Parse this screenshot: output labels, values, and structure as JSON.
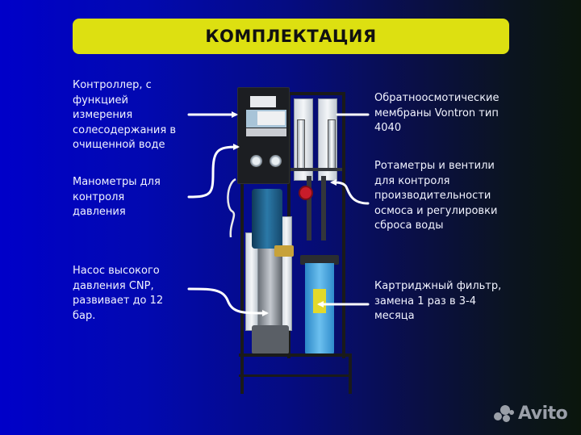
{
  "header": {
    "title": "КОМПЛЕКТАЦИЯ",
    "bar_color": "#dde011"
  },
  "callouts": {
    "left": [
      {
        "id": "controller",
        "lines": [
          "Контроллер, с",
          "функцией",
          "измерения",
          "солесодержания в",
          "очищенной воде"
        ]
      },
      {
        "id": "gauges",
        "lines": [
          "Манометры для",
          "контроля",
          "давления"
        ]
      },
      {
        "id": "pump",
        "lines": [
          "Насос высокого",
          "давления CNP,",
          "развивает до 12",
          "бар."
        ]
      }
    ],
    "right": [
      {
        "id": "membranes",
        "lines": [
          "Обратноосмотические",
          "мембраны Vontron тип",
          "4040"
        ]
      },
      {
        "id": "rotameters",
        "lines": [
          "Ротаметры и вентили",
          "для контроля",
          "производительности",
          "осмоса и регулировки",
          "сброса воды"
        ]
      },
      {
        "id": "cartridge",
        "lines": [
          "Картриджный фильтр,",
          "замена 1 раз в 3-4",
          "месяца"
        ]
      }
    ]
  },
  "image": {
    "subject": "reverse-osmosis-system",
    "components": [
      "controller-panel",
      "pressure-gauges",
      "ro-membranes",
      "rotameters",
      "red-valve",
      "high-pressure-pump",
      "cartridge-filter-housing",
      "steel-frame"
    ]
  },
  "watermark": {
    "brand": "Avito"
  },
  "colors": {
    "bg_left": "#0000c9",
    "bg_right": "#0b160c",
    "text": "#f2f4ff",
    "arrow": "#ffffff",
    "filter_blue": "#4aa8e0",
    "valve_red": "#c81c2a"
  }
}
